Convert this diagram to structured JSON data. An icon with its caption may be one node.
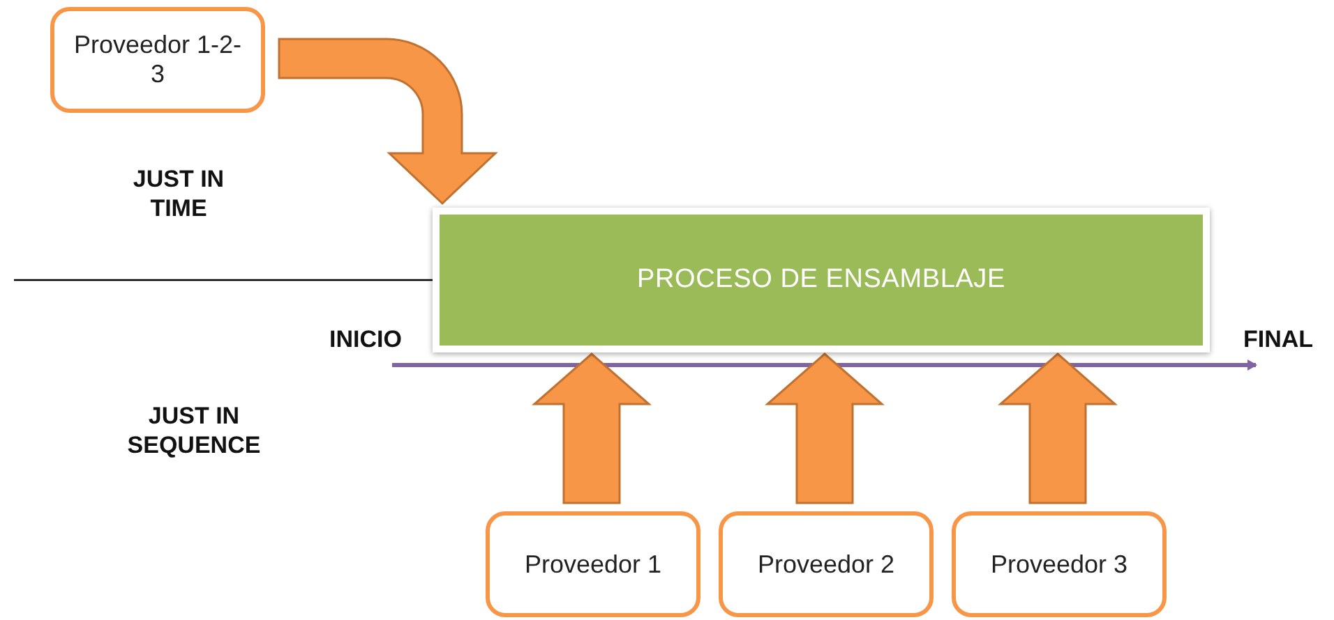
{
  "diagram": {
    "nodes": [
      {
        "text": [
          "Proveedor 1-2-3"
        ]
      },
      {
        "text": [
          "PROCESO DE ENSAMBLAJE"
        ]
      },
      {
        "text": [
          "Proveedor 1"
        ]
      },
      {
        "text": [
          "Proveedor 2"
        ]
      },
      {
        "text": [
          "Proveedor 3"
        ]
      }
    ],
    "edges": [
      {
        "from": 0,
        "to": 1,
        "arrow": "to"
      },
      {
        "from": 2,
        "to": 1,
        "arrow": "to"
      },
      {
        "from": 3,
        "to": 1,
        "arrow": "to"
      },
      {
        "from": 4,
        "to": 1,
        "arrow": "to"
      }
    ],
    "labels": [
      "JUST IN TIME",
      "INICIO",
      "FINAL",
      "JUST IN SEQUENCE"
    ]
  }
}
